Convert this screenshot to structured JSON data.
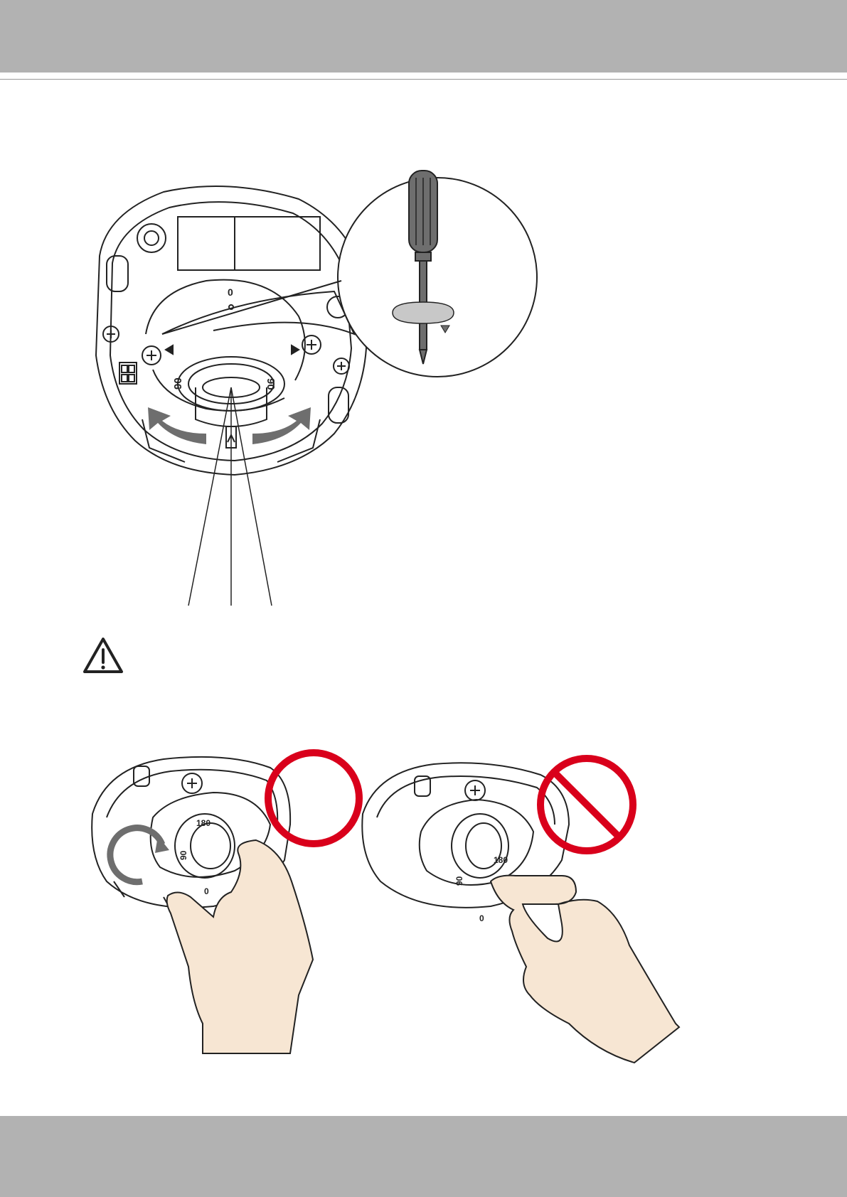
{
  "page": {
    "header_color": "#b2b2b2",
    "footer_color": "#b2b2b2"
  },
  "figure_top": {
    "dial_labels": {
      "top": "0",
      "left": "90",
      "right": "90"
    },
    "icons": [
      "screwdriver-icon",
      "rotate-arrow-icon",
      "rotate-left-arrow-icon",
      "rotate-right-arrow-icon"
    ]
  },
  "warning": {
    "icon": "warning-triangle-icon"
  },
  "figure_bottom": {
    "left": {
      "dial_labels": {
        "top": "180",
        "side": "90",
        "bottom": "0"
      },
      "status_icon": "ok-circle-icon",
      "status_color": "#d9001b"
    },
    "right": {
      "dial_labels": {
        "top": "180",
        "side": "90",
        "bottom": "0"
      },
      "status_icon": "prohibited-icon",
      "status_color": "#d9001b"
    }
  },
  "colors": {
    "skin": "#f7e6d3",
    "arrow_gray": "#6e6e6e",
    "warning_red": "#d9001b"
  }
}
